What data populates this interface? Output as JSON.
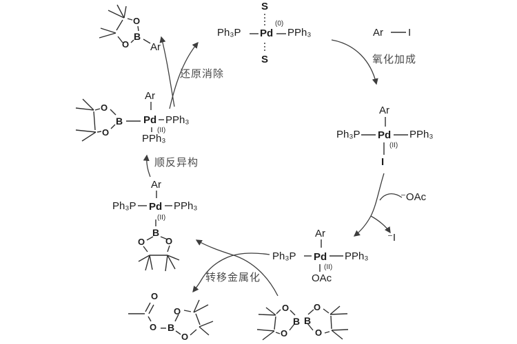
{
  "atoms": {
    "S": "S",
    "Pd": "Pd",
    "B": "B",
    "O": "O",
    "I": "I",
    "Ar": "Ar",
    "Ph3P": "Ph₃P",
    "PPh3": "PPh₃",
    "OAc": "OAc",
    "ox0": "(0)",
    "ox2": "(II)",
    "OAc_anion": "⁻OAc",
    "I_anion": "⁻I"
  },
  "steps": {
    "oxidative_addition": "氧化加成",
    "reductive_elimination": "还原消除",
    "cis_trans_isomerization": "顺反异构",
    "transmetalation": "转移金属化"
  },
  "colors": {
    "bond": "#2e2e2e",
    "arrow": "#3d3d3d",
    "label": "#1c1c1c",
    "step_label": "#4a4a4a"
  }
}
